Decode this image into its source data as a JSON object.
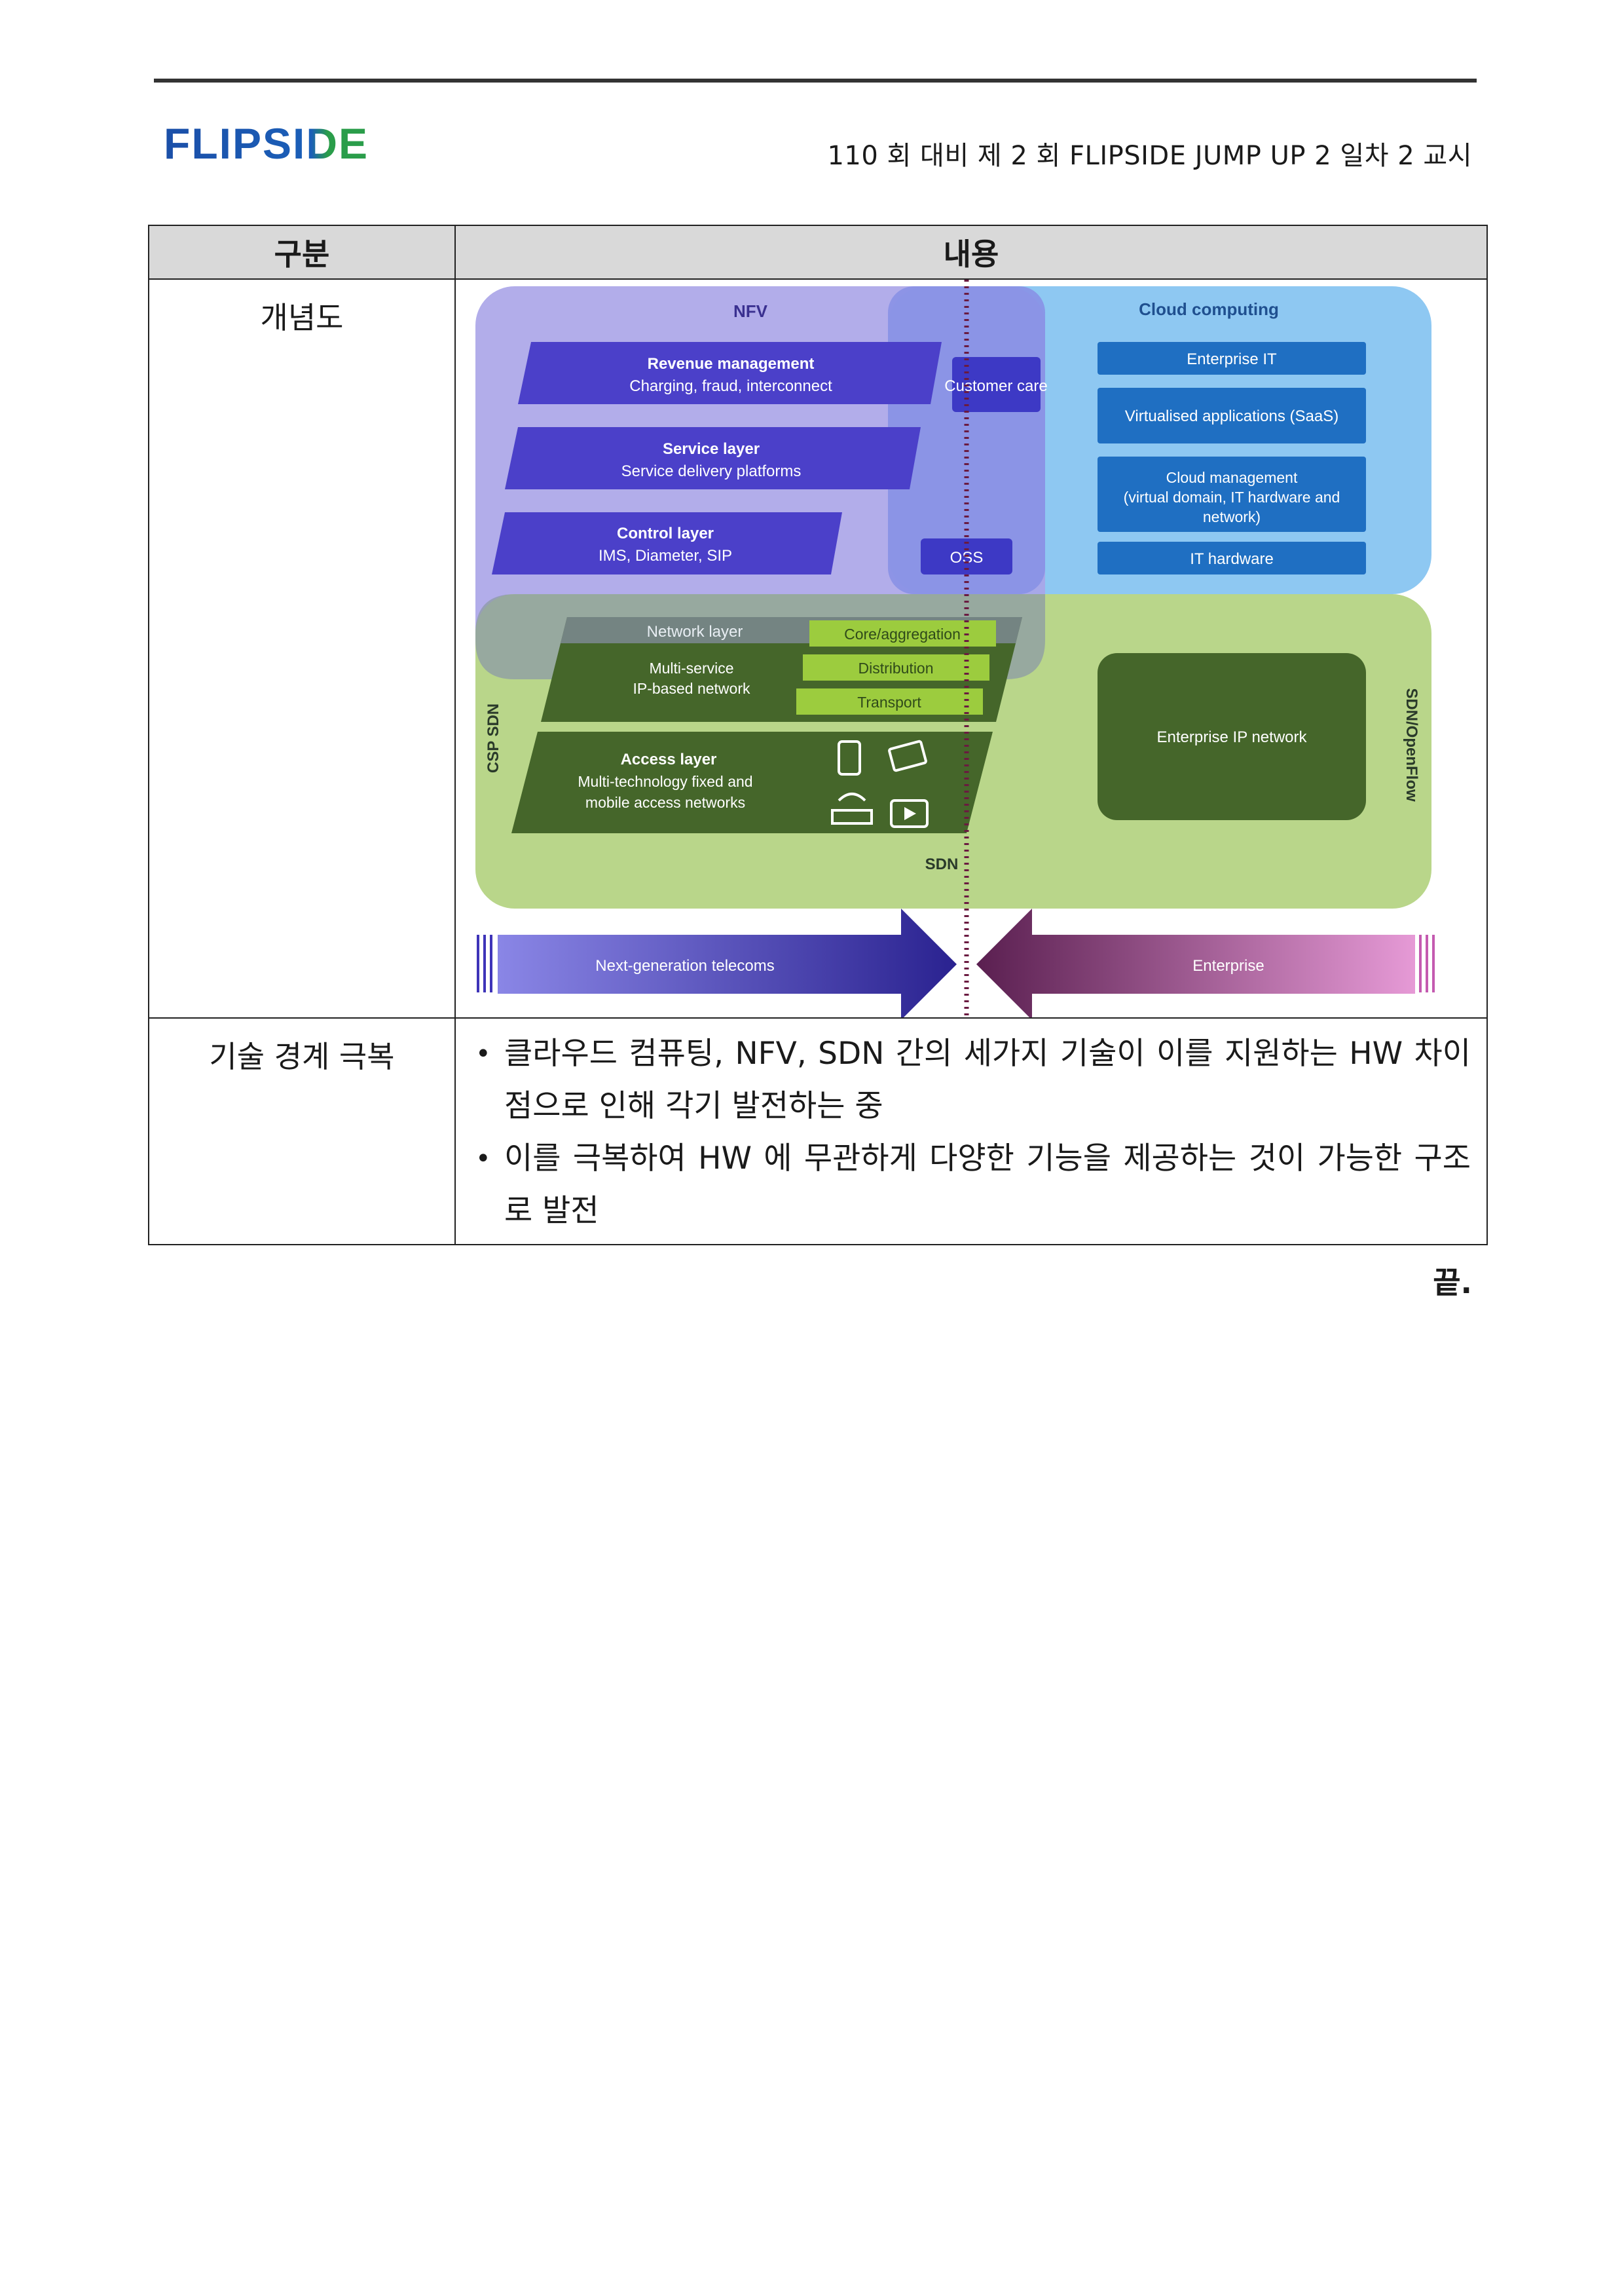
{
  "header": {
    "logo_text": "FLIPSIDE",
    "exam_info": "110 회 대비 제 2 회 FLIPSIDE JUMP UP 2 일차 2 교시"
  },
  "table": {
    "col_header_1": "구분",
    "col_header_2": "내용",
    "rows": [
      {
        "label": "개념도"
      },
      {
        "label": "기술 경계 극복",
        "bullets": [
          "클라우드 컴퓨팅, NFV, SDN 간의 세가지 기술이 이를 지원하는 HW 차이점으로 인해 각기 발전하는 중",
          "이를 극복하여 HW 에 무관하게 다양한 기능을 제공하는 것이 가능한 구조로 발전"
        ]
      }
    ]
  },
  "diagram": {
    "nfv_title": "NFV",
    "cloud_title": "Cloud computing",
    "revenue_title": "Revenue management",
    "revenue_sub": "Charging, fraud, interconnect",
    "service_title": "Service layer",
    "service_sub": "Service delivery platforms",
    "control_title": "Control layer",
    "control_sub": "IMS, Diameter, SIP",
    "customer_care": "Customer care",
    "oss": "OSS",
    "enterprise_it": "Enterprise IT",
    "saas": "Virtualised applications (SaaS)",
    "cloud_mgmt_1": "Cloud management",
    "cloud_mgmt_2": "(virtual domain, IT hardware and",
    "cloud_mgmt_3": "network)",
    "it_hardware": "IT hardware",
    "network_layer": "Network layer",
    "multi_service_1": "Multi-service",
    "multi_service_2": "IP-based network",
    "core_aggregation": "Core/aggregation",
    "distribution": "Distribution",
    "transport": "Transport",
    "access_title": "Access layer",
    "access_sub_1": "Multi-technology fixed and",
    "access_sub_2": "mobile access networks",
    "csp_sdn": "CSP SDN",
    "sdn": "SDN",
    "enterprise_ip": "Enterprise IP network",
    "sdn_openflow": "SDN/OpenFlow",
    "next_gen": "Next-generation telecoms",
    "enterprise": "Enterprise",
    "colors": {
      "nfv_panel": "#a9a3e6",
      "cloud_panel": "#8ec8f2",
      "sdn_panel": "#b9d68a",
      "nfv_band": "#4b40c9",
      "cloud_box": "#1f6fc2",
      "dark_green": "#45662a",
      "light_green": "#9ccc3e",
      "arrow_left": "#3e34b8",
      "arrow_right": "#7a2a6e"
    }
  },
  "end_mark": "끝."
}
